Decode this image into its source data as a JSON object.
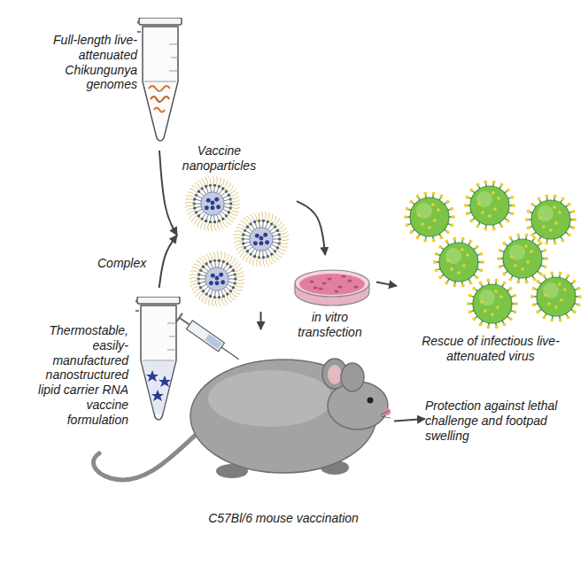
{
  "diagram": {
    "nodes": [
      {
        "text": [
          "Full-length live-attenuated Chikungunya genomes"
        ]
      },
      {
        "text": [
          "Thermostable, easily-manufactured nanostructured lipid carrier RNA vaccine formulation"
        ]
      },
      {
        "text": [
          "Vaccine nanoparticles"
        ]
      },
      {
        "text": [
          "in vitro transfection"
        ]
      },
      {
        "text": [
          "Rescue of infectious live-attenuated virus"
        ]
      },
      {
        "text": [
          "C57Bl/6 mouse vaccination"
        ]
      },
      {
        "text": [
          "Protection against lethal challenge and footpad swelling"
        ]
      }
    ],
    "edges": [
      {
        "from": 0,
        "to": 2,
        "arrow": "to"
      },
      {
        "from": 1,
        "to": 2,
        "arrow": "to"
      },
      {
        "from": 2,
        "to": 3,
        "arrow": "to"
      },
      {
        "from": 3,
        "to": 4,
        "arrow": "to"
      },
      {
        "from": 2,
        "to": 5,
        "arrow": "to"
      },
      {
        "from": 5,
        "to": 6,
        "arrow": "to"
      }
    ],
    "labels": [
      "Complex"
    ]
  }
}
